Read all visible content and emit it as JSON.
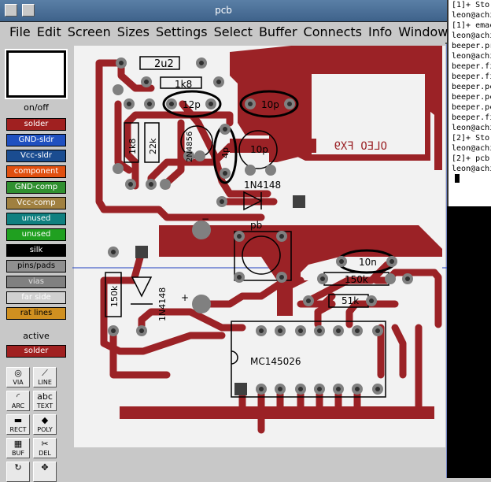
{
  "window": {
    "title": "pcb"
  },
  "menu": [
    "File",
    "Edit",
    "Screen",
    "Sizes",
    "Settings",
    "Select",
    "Buffer",
    "Connects",
    "Info",
    "Window"
  ],
  "leftpanel": {
    "onoff_label": "on/off",
    "layers": [
      {
        "label": "solder",
        "bg": "#a02020",
        "fg": "#ffffff"
      },
      {
        "label": "GND-sldr",
        "bg": "#2050c0",
        "fg": "#ffffff"
      },
      {
        "label": "Vcc-sldr",
        "bg": "#1a4c90",
        "fg": "#ffffff"
      },
      {
        "label": "component",
        "bg": "#e05010",
        "fg": "#ffffff"
      },
      {
        "label": "GND-comp",
        "bg": "#309030",
        "fg": "#ffffff"
      },
      {
        "label": "Vcc-comp",
        "bg": "#a08040",
        "fg": "#ffffff"
      },
      {
        "label": "unused",
        "bg": "#108080",
        "fg": "#ffffff"
      },
      {
        "label": "unused",
        "bg": "#20a020",
        "fg": "#ffffff"
      },
      {
        "label": "silk",
        "bg": "#000000",
        "fg": "#ffffff"
      },
      {
        "label": "pins/pads",
        "bg": "#909090",
        "fg": "#000000"
      },
      {
        "label": "vias",
        "bg": "#808080",
        "fg": "#e0e0e0"
      },
      {
        "label": "far side",
        "bg": "#d0d0d0",
        "fg": "#ffffff"
      },
      {
        "label": "rat lines",
        "bg": "#d09020",
        "fg": "#000000"
      }
    ],
    "active_label": "active",
    "active_layer": "solder",
    "tools": [
      {
        "label": "VIA",
        "glyph": "◎"
      },
      {
        "label": "LINE",
        "glyph": "⟋"
      },
      {
        "label": "ARC",
        "glyph": "◜"
      },
      {
        "label": "TEXT",
        "glyph": "abc"
      },
      {
        "label": "RECT",
        "glyph": "▬"
      },
      {
        "label": "POLY",
        "glyph": "◆"
      },
      {
        "label": "BUF",
        "glyph": "▦"
      },
      {
        "label": "DEL",
        "glyph": "✂"
      },
      {
        "label": "",
        "glyph": "↻"
      },
      {
        "label": "",
        "glyph": "✥"
      }
    ]
  },
  "board": {
    "labels": {
      "c_2u2": "2u2",
      "r_1k8": "1k8",
      "c_12p": "12p",
      "c_10p_top": "10p",
      "c_10p_mid": "10p",
      "c_4p": "4p",
      "r_1k8_v": "1k8",
      "r_22k_v": "22k",
      "transistor": "2N4856",
      "d_top": "1N4148",
      "pb": "pb",
      "minus": "−",
      "plus": "+",
      "r_150k_v": "150k",
      "d_left": "1N4148",
      "c_10n": "10n",
      "r_150k": "150k",
      "r_51k": "51k",
      "ic": "MC145026",
      "mirror_text": "OLEO FX9"
    },
    "colors": {
      "trace": "#9b2226",
      "board": "#f2f2f2",
      "pad": "#808080",
      "pin": "#404040"
    }
  },
  "terminal": {
    "lines": [
      "[1]+  Sto",
      "leon@achi",
      "[1]+  emac",
      "leon@achi",
      "beeper.pr",
      "leon@achi",
      "beeper.fi",
      "beeper.fi",
      "beeper.pc",
      "beeper.pc",
      "beeper.pc",
      "beeper.fi",
      "leon@achi",
      "",
      "[2]+  Sto",
      "leon@achi",
      "[2]+  pcb",
      "leon@achi"
    ]
  }
}
